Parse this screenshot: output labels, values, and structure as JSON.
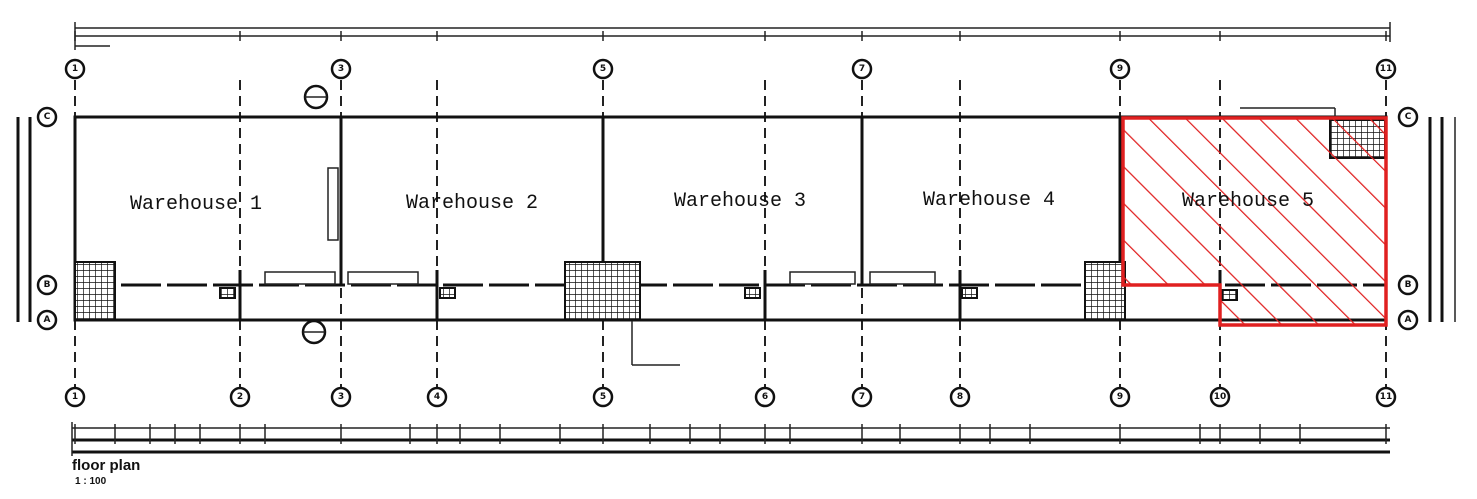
{
  "plan": {
    "title": "floor plan",
    "scale": "1 : 100",
    "highlight_color": "#e02020",
    "highlighted_unit": "Warehouse 5"
  },
  "warehouses": [
    {
      "label": "Warehouse 1"
    },
    {
      "label": "Warehouse 2"
    },
    {
      "label": "Warehouse 3"
    },
    {
      "label": "Warehouse 4"
    },
    {
      "label": "Warehouse 5"
    }
  ],
  "grid": {
    "top_labels": [
      "1",
      "3",
      "5",
      "7",
      "9",
      "11"
    ],
    "bottom_labels": [
      "1",
      "2",
      "3",
      "4",
      "5",
      "6",
      "7",
      "8",
      "9",
      "10",
      "11"
    ],
    "row_labels": [
      "C",
      "B",
      "A"
    ]
  }
}
